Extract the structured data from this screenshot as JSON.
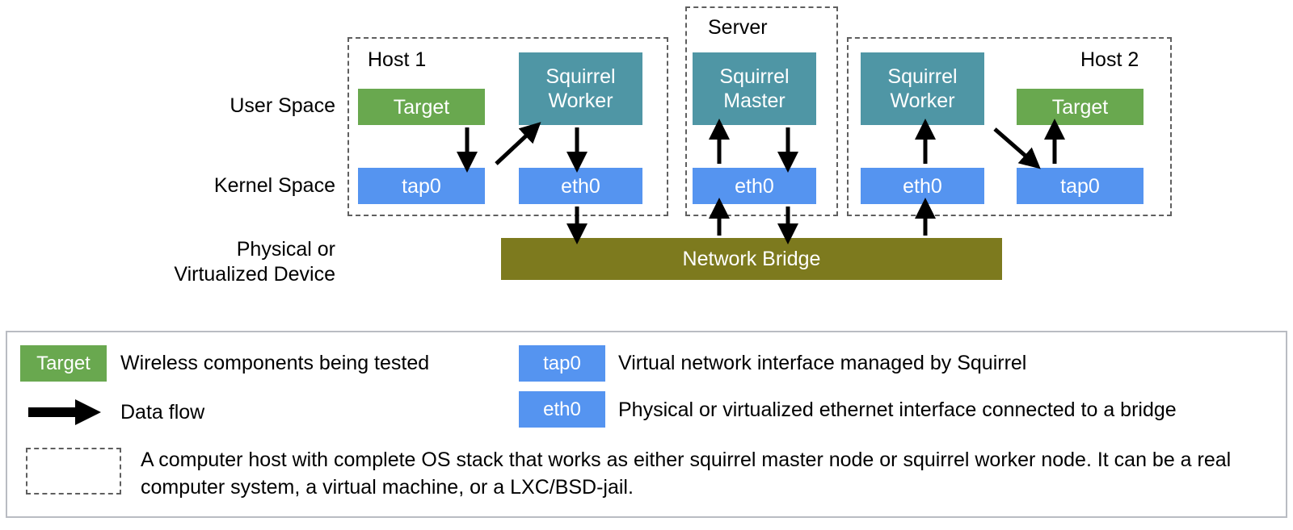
{
  "diagram": {
    "row_labels": [
      {
        "name": "user-space",
        "text": "User Space"
      },
      {
        "name": "kernel-space",
        "text": "Kernel Space"
      },
      {
        "name": "physical-device",
        "text": "Physical or\nVirtualized Device"
      }
    ],
    "hosts": [
      {
        "id": "host1",
        "label": "Host 1"
      },
      {
        "id": "server",
        "label": "Server"
      },
      {
        "id": "host2",
        "label": "Host 2"
      }
    ],
    "nodes": {
      "host1_target": "Target",
      "host1_worker": "Squirrel\nWorker",
      "host1_tap0": "tap0",
      "host1_eth0": "eth0",
      "server_master": "Squirrel\nMaster",
      "server_eth0": "eth0",
      "host2_worker": "Squirrel\nWorker",
      "host2_target": "Target",
      "host2_eth0": "eth0",
      "host2_tap0": "tap0",
      "network_bridge": "Network Bridge"
    },
    "colors": {
      "target_green": "#69a84f",
      "squirrel_teal": "#4f96a5",
      "interface_blue": "#5594f0",
      "bridge_olive": "#7d7a1e",
      "host_dash_gray": "#5f5f5f",
      "arrow_black": "#000000",
      "legend_border": "#b9bcc2"
    }
  },
  "legend": {
    "items": [
      {
        "name": "legend-target",
        "chip": "Target",
        "chip_kind": "green-box",
        "text": "Wireless components being tested"
      },
      {
        "name": "legend-dataflow",
        "chip": "",
        "chip_kind": "arrow",
        "text": "Data flow"
      },
      {
        "name": "legend-tap0",
        "chip": "tap0",
        "chip_kind": "blue-box",
        "text": "Virtual network interface managed by Squirrel"
      },
      {
        "name": "legend-eth0",
        "chip": "eth0",
        "chip_kind": "blue-box",
        "text": "Physical or virtualized ethernet interface connected to a bridge"
      },
      {
        "name": "legend-host",
        "chip": "",
        "chip_kind": "dashed-box",
        "text": "A computer host with complete OS stack that works as either squirrel master node or squirrel worker node. It can be a real computer system, a virtual machine, or a LXC/BSD-jail."
      }
    ]
  }
}
